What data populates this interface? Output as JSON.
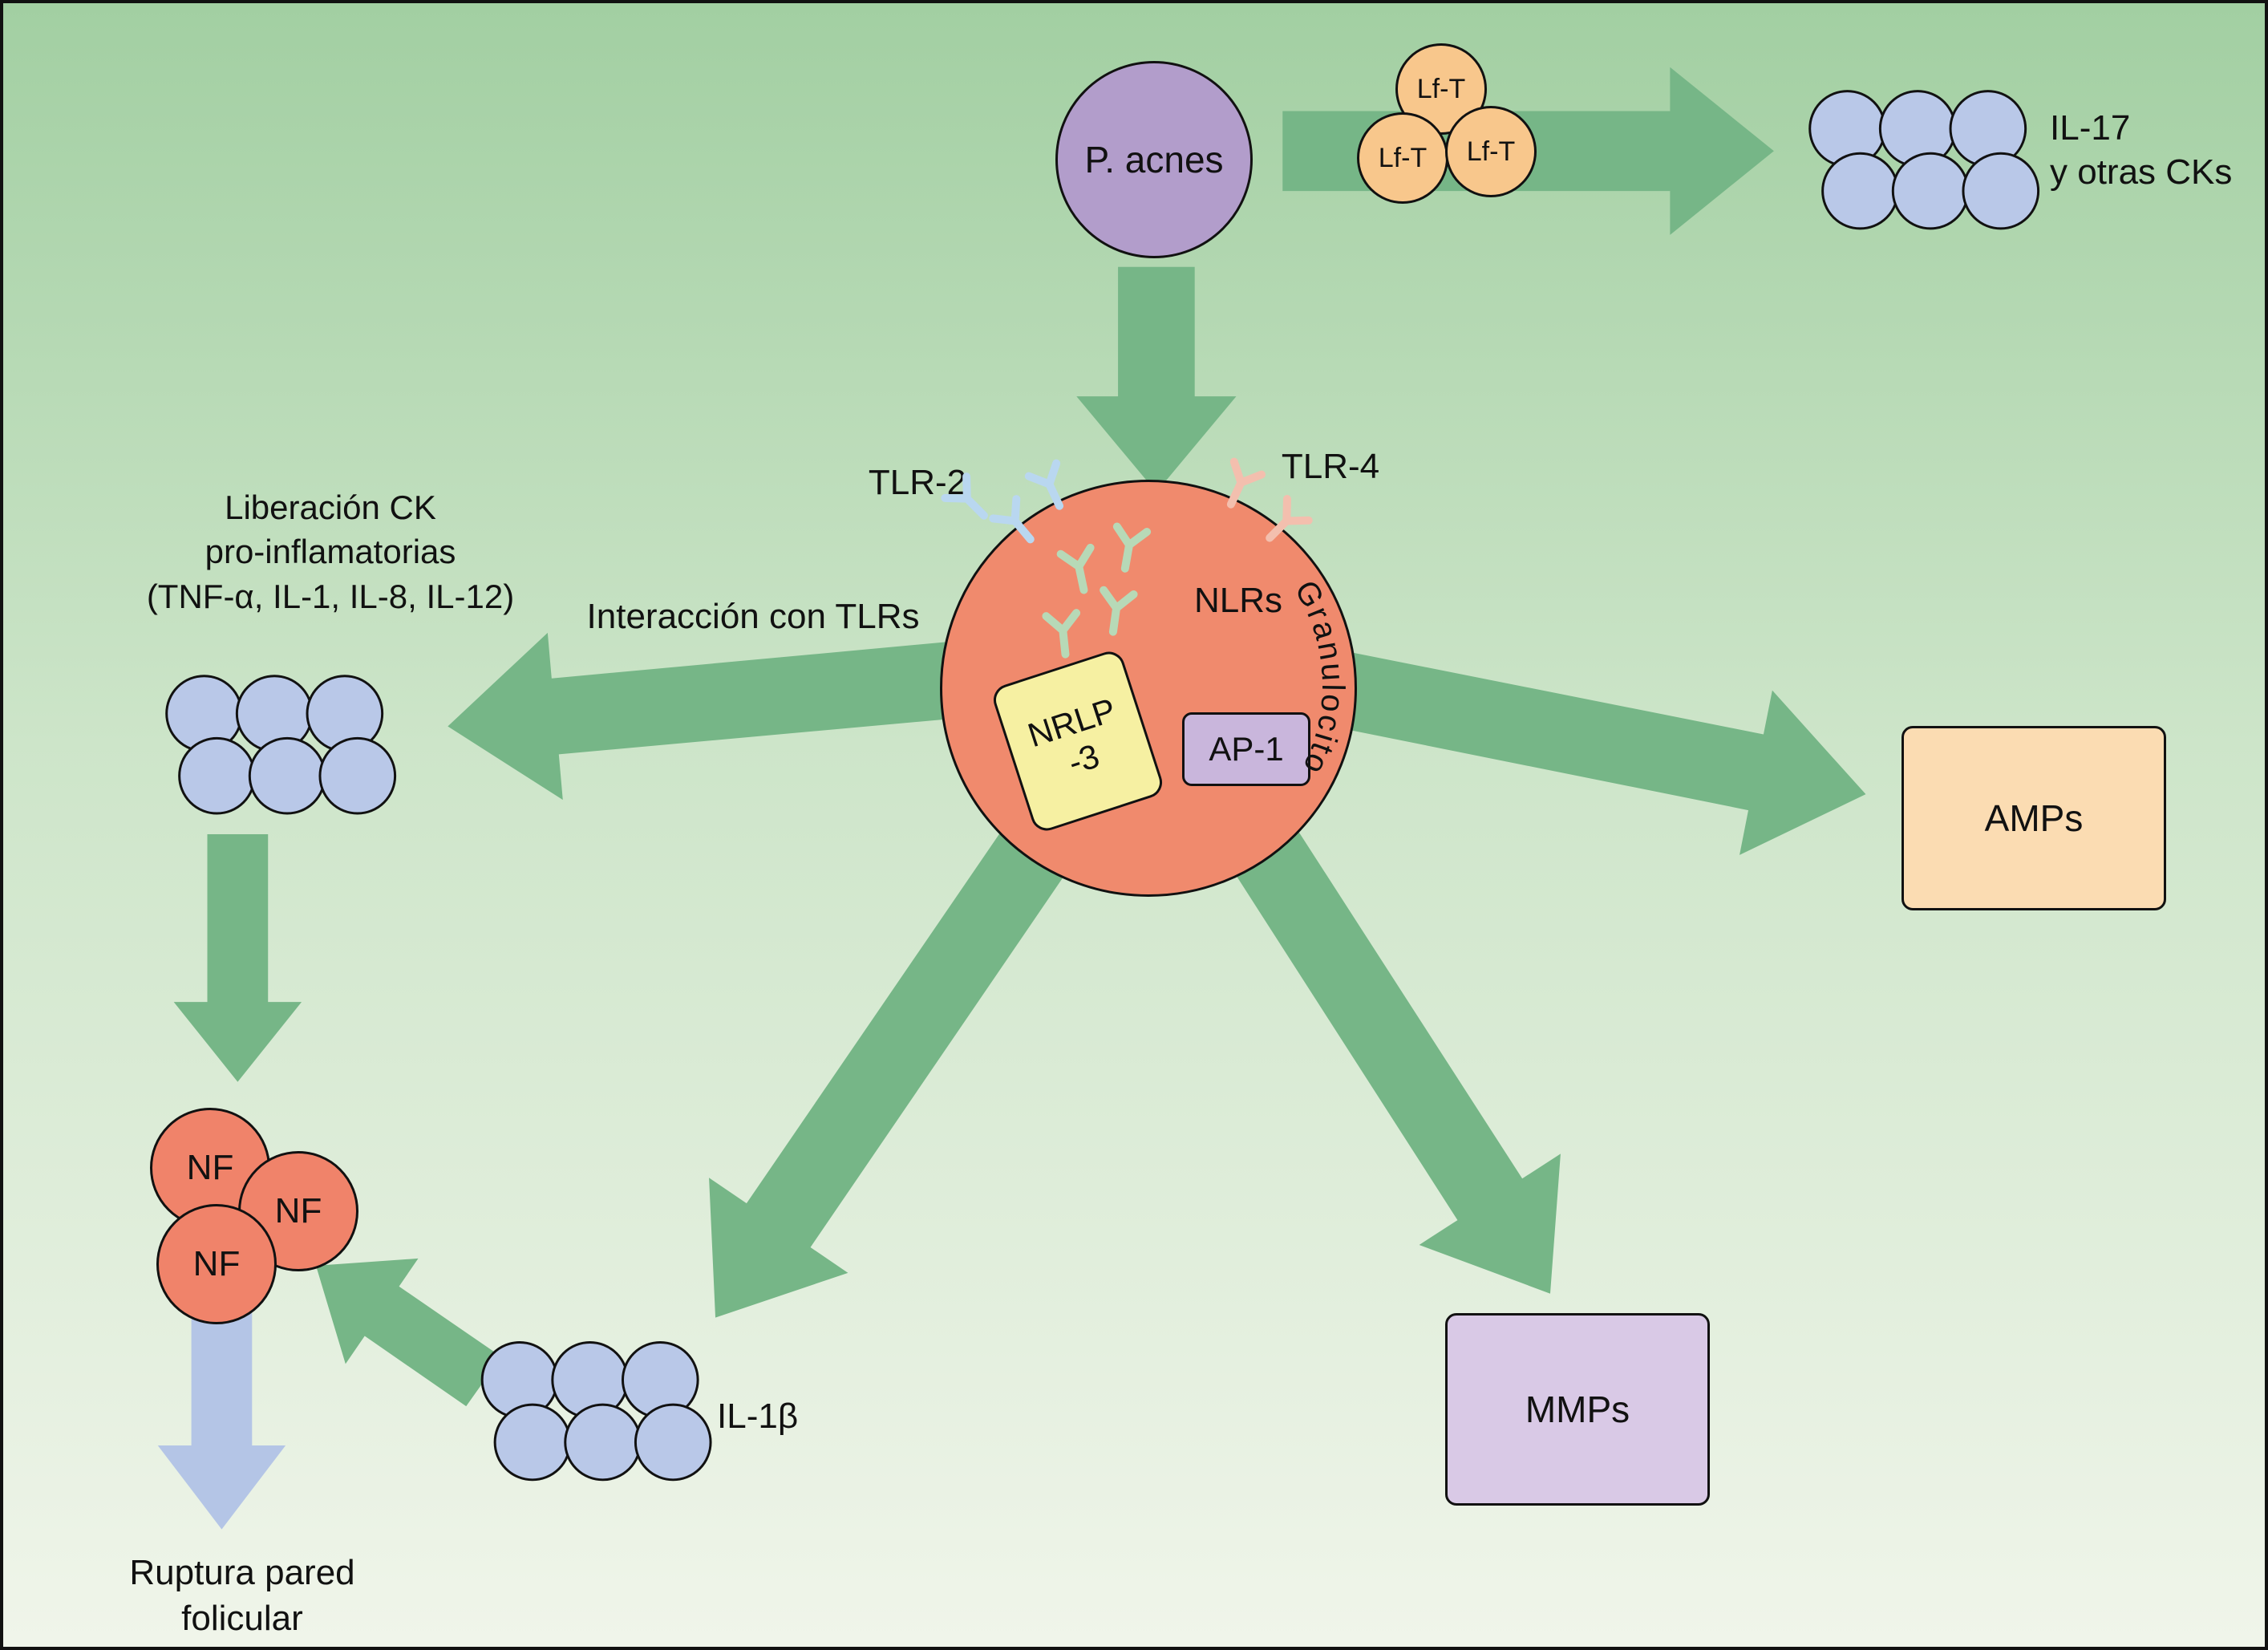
{
  "figure": {
    "pathogen": {
      "label": "P. acnes"
    },
    "lft": {
      "circle1": "Lf-T",
      "circle2": "Lf-T",
      "circle3": "Lf-T"
    },
    "il17": {
      "line1": "IL-17",
      "line2": "y otras CKs"
    },
    "cell": {
      "name": "Granulocito",
      "tlr2_label": "TLR-2",
      "tlr4_label": "TLR-4",
      "nlrs_label": "NLRs",
      "nrlp3_line1": "NRLP",
      "nrlp3_line2": "-3",
      "ap1_label": "AP-1"
    },
    "tlr_arrow_label": "Interacción con TLRs",
    "cytokine_release": {
      "line1": "Liberación CK",
      "line2": "pro-inflamatorias",
      "line3": "(TNF-α, IL-1, IL-8, IL-12)"
    },
    "nf": {
      "circle1": "NF",
      "circle2": "NF",
      "circle3": "NF"
    },
    "rupture": {
      "line1": "Ruptura pared",
      "line2": "folicular"
    },
    "il1b_label": "IL-1β",
    "mmps_label": "MMPs",
    "amps_label": "AMPs"
  },
  "colors": {
    "bg_top": "#a2cfa2",
    "bg_mid": "#cde5c9",
    "bg_bottom": "#f0f5ea",
    "arrow_green": "#76b687",
    "arrow_blue": "#b4c5e6",
    "pathogen_purple": "#b29dcb",
    "lft_orange": "#f8c78c",
    "ck_blue": "#b9c8e8",
    "cell_salmon": "#f08a6d",
    "nf_salmon": "#f0836a",
    "nrlp3_yellow": "#f6f0a2",
    "ap1_lavender": "#c9b6dc",
    "mmps_lavender": "#d9c9e6",
    "amps_peach": "#fbdcb2",
    "tlr2_receptor": "#b9d7f0",
    "tlr4_receptor": "#f3bfae",
    "nlr_receptor": "#b7d9b7",
    "outline": "#111111"
  }
}
